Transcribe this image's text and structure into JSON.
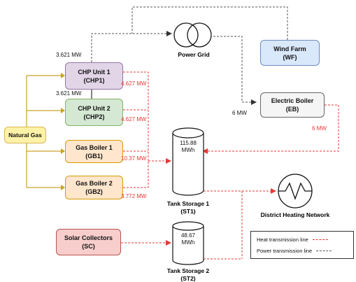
{
  "nodes": {
    "natural_gas": "Natural Gas",
    "chp1": {
      "name": "CHP Unit 1",
      "code": "(CHP1)"
    },
    "chp2": {
      "name": "CHP Unit 2",
      "code": "(CHP2)"
    },
    "gb1": {
      "name": "Gas Boiler 1",
      "code": "(GB1)"
    },
    "gb2": {
      "name": "Gas Boiler 2",
      "code": "(GB2)"
    },
    "solar": {
      "name": "Solar Collectors",
      "code": "(SC)"
    },
    "wind": {
      "name": "Wind Farm",
      "code": "(WF)"
    },
    "eb": {
      "name": "Electric Boiler",
      "code": "(EB)"
    },
    "grid": "Power Grid",
    "dhn": "District Heating Network",
    "st1": {
      "name": "Tank Storage 1",
      "code": "(ST1)",
      "capacity": "115.88",
      "unit": "MWh"
    },
    "st2": {
      "name": "Tank Storage 2",
      "code": "(ST2)",
      "capacity": "48.67",
      "unit": "MWh"
    }
  },
  "labels": {
    "chp1_power": "3.621 MW",
    "chp2_power": "3.621 MW",
    "chp1_heat": "4.627 MW",
    "chp2_heat": "4.627 MW",
    "gb1_heat": "10.37 MW",
    "gb2_heat": "3.772 MW",
    "eb_power": "6 MW",
    "eb_heat": "6 MW"
  },
  "legend": {
    "heat": "Heat transmission line",
    "power": "Power transmission line"
  },
  "colors": {
    "heat_line": "#e53935",
    "power_line": "#555555",
    "gas_line": "#c9a227",
    "chp_fill": "#e1d5e7",
    "chp_border": "#9673a6",
    "chp2_fill": "#d5e8d4",
    "chp2_border": "#82b366",
    "gb_fill": "#ffe6cc",
    "gb_border": "#d79b00",
    "gas_fill": "#fff2a8",
    "gas_border": "#d6b656",
    "solar_fill": "#f8cecc",
    "solar_border": "#b85450",
    "wind_fill": "#dae8fc",
    "wind_border": "#6c8ebf",
    "eb_fill": "#f5f5f5",
    "eb_border": "#666666"
  }
}
